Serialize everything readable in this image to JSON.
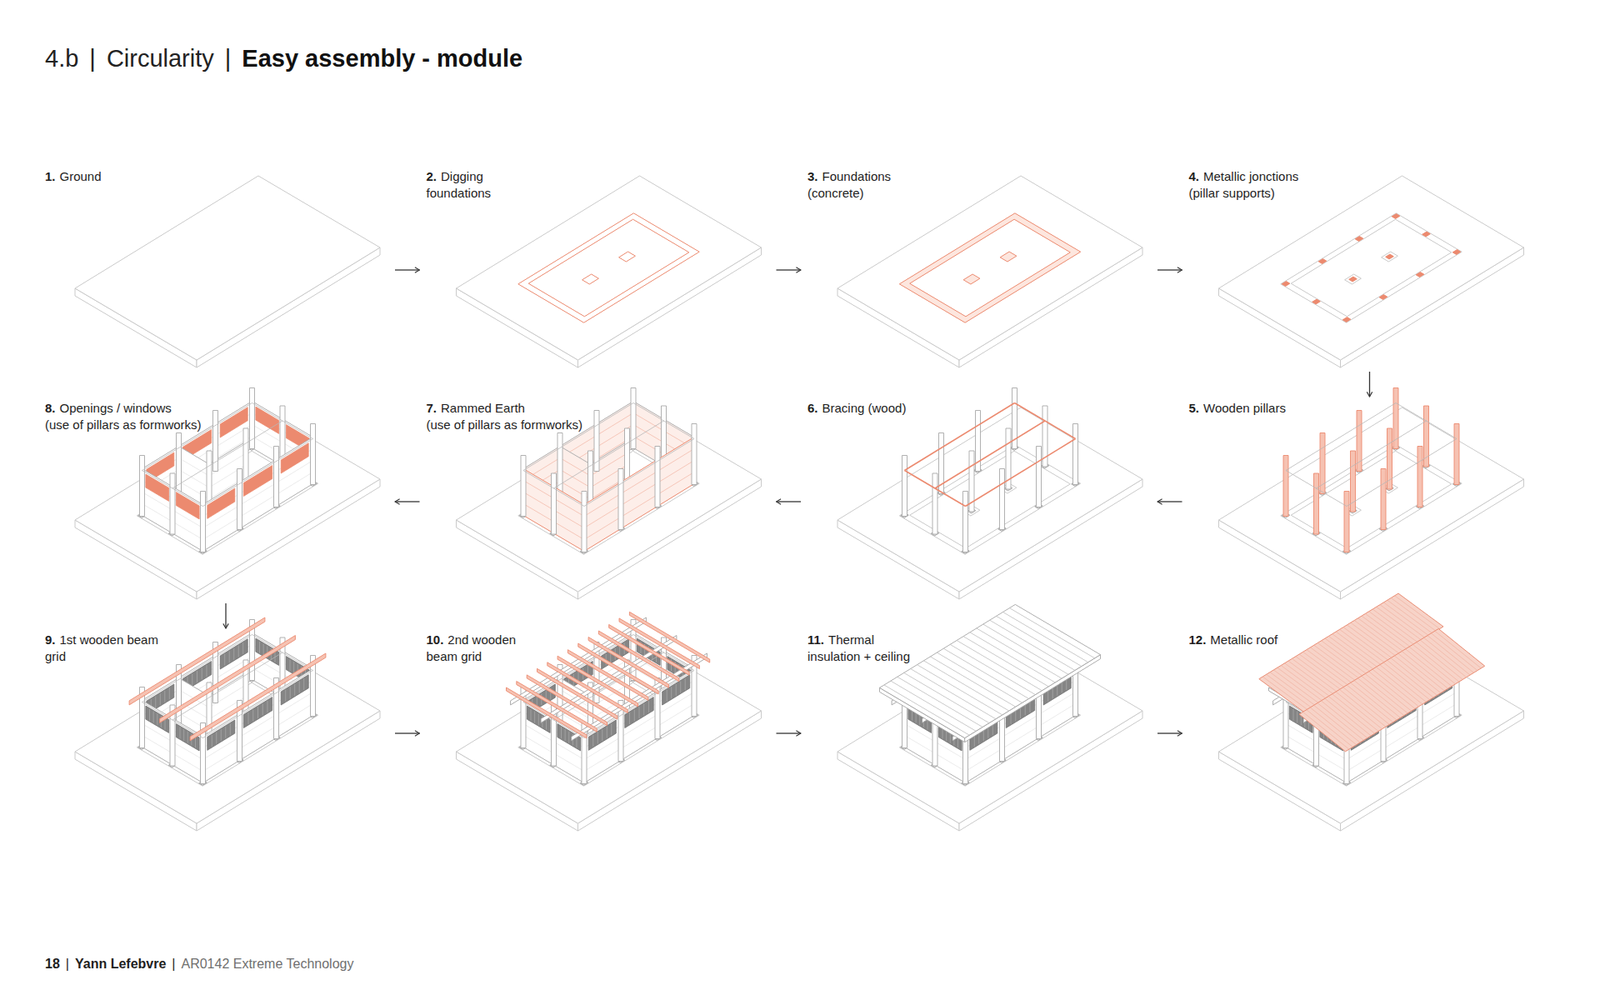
{
  "diagram": {
    "title": "Easy assembly - module",
    "nodes": [
      {
        "text": [
          "1.",
          "Ground"
        ]
      },
      {
        "text": [
          "2.",
          "Digging foundations"
        ]
      },
      {
        "text": [
          "3.",
          "Foundations",
          "(concrete)"
        ]
      },
      {
        "text": [
          "4.",
          "Metallic jonctions",
          "(pillar supports)"
        ]
      },
      {
        "text": [
          "5.",
          "Wooden pillars"
        ]
      },
      {
        "text": [
          "6.",
          "Bracing (wood)"
        ]
      },
      {
        "text": [
          "7.",
          "Rammed Earth",
          "(use of pillars as formworks)"
        ]
      },
      {
        "text": [
          "8.",
          "Openings / windows",
          "(use of pillars as formworks)"
        ]
      },
      {
        "text": [
          "9.",
          "1st wooden beam grid"
        ]
      },
      {
        "text": [
          "10.",
          "2nd wooden beam grid"
        ]
      },
      {
        "text": [
          "11.",
          "Thermal insulation + ceiling"
        ]
      },
      {
        "text": [
          "12.",
          "Metallic roof"
        ]
      }
    ],
    "edges": [
      {
        "from": 0,
        "to": 1,
        "arrow": "to"
      },
      {
        "from": 1,
        "to": 2,
        "arrow": "to"
      },
      {
        "from": 2,
        "to": 3,
        "arrow": "to"
      },
      {
        "from": 3,
        "to": 4,
        "arrow": "to"
      },
      {
        "from": 4,
        "to": 5,
        "arrow": "to"
      },
      {
        "from": 5,
        "to": 6,
        "arrow": "to"
      },
      {
        "from": 6,
        "to": 7,
        "arrow": "to"
      },
      {
        "from": 7,
        "to": 8,
        "arrow": "to"
      },
      {
        "from": 8,
        "to": 9,
        "arrow": "to"
      },
      {
        "from": 9,
        "to": 10,
        "arrow": "to"
      },
      {
        "from": 10,
        "to": 11,
        "arrow": "to"
      }
    ],
    "labels": [
      "4.b",
      "|",
      "Circularity",
      "|",
      "18",
      "|",
      "Yann Lefebvre",
      "|",
      "AR0142 Extreme Technology"
    ]
  }
}
